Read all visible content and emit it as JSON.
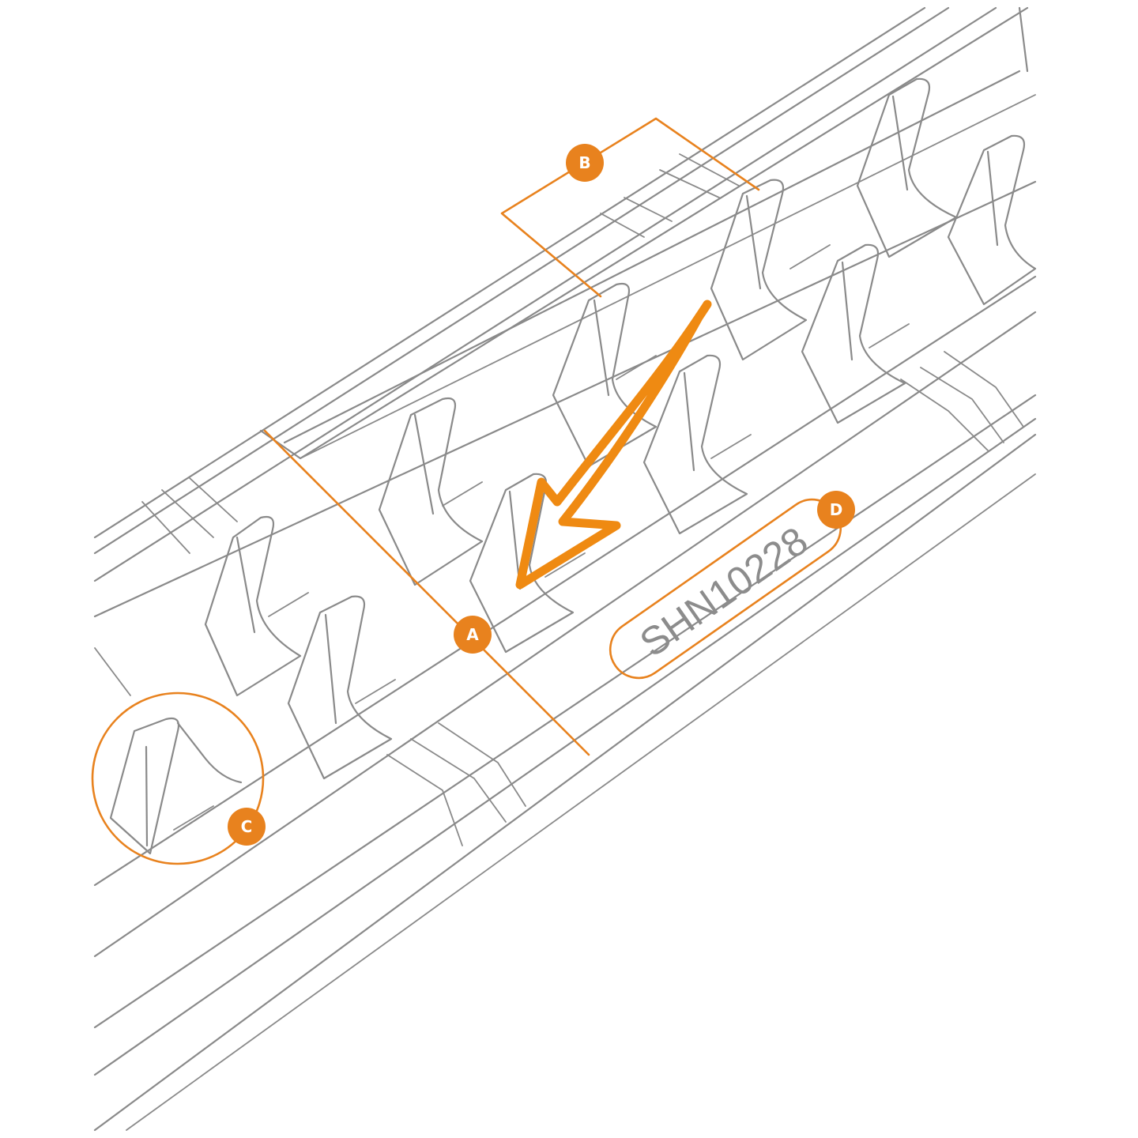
{
  "callouts": [
    {
      "id": "A",
      "label": "A"
    },
    {
      "id": "B",
      "label": "B"
    },
    {
      "id": "C",
      "label": "C"
    },
    {
      "id": "D",
      "label": "D"
    }
  ],
  "part_number": "SHN10228",
  "colors": {
    "accent": "#e8821e",
    "line": "#8a8a8a",
    "background": "#ffffff"
  }
}
